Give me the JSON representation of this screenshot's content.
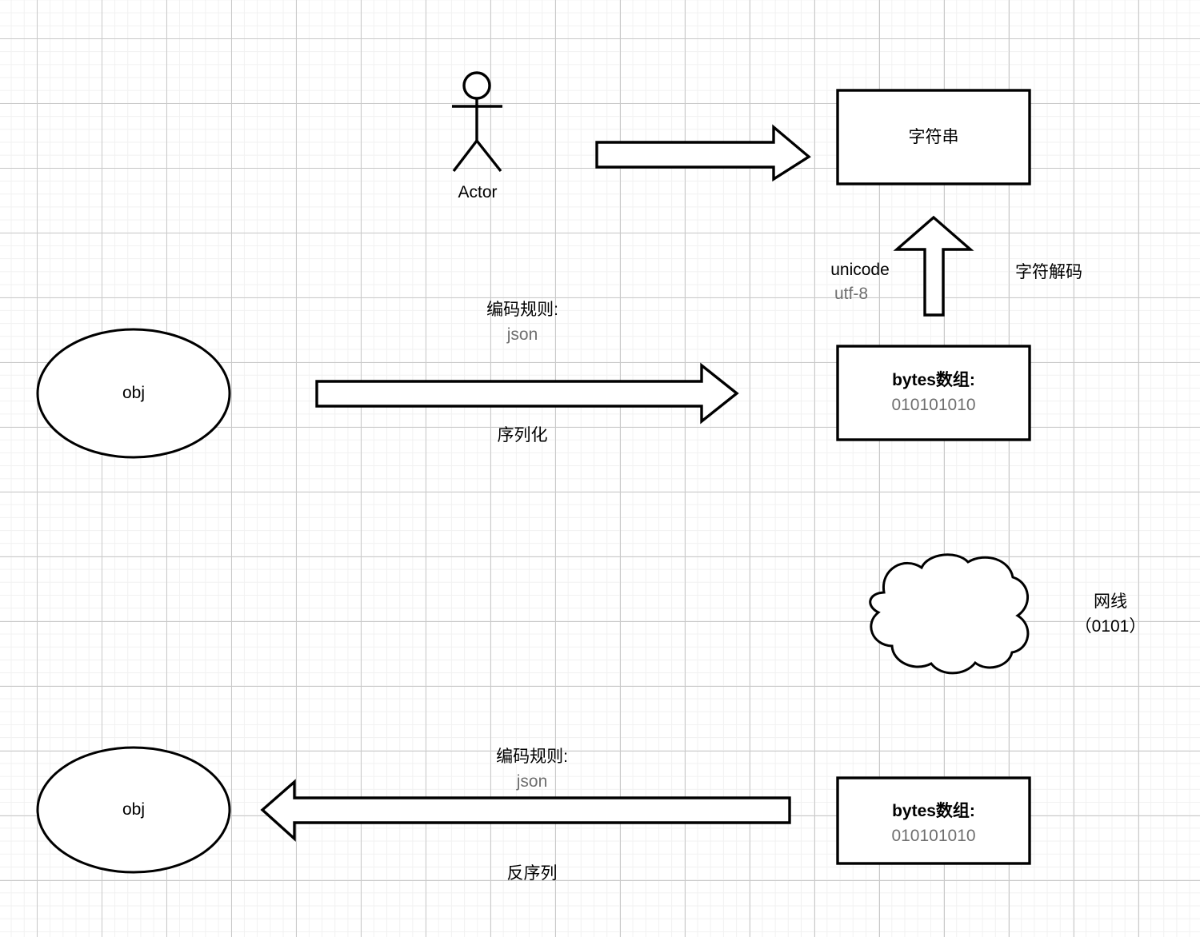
{
  "diagram": {
    "title": "serialization-and-encoding-flow",
    "background": {
      "grid": "on",
      "minor_color": "#f1f1f1",
      "major_color": "#c9c9c9",
      "paper_color": "#ffffff"
    },
    "stroke_color": "#000000",
    "nodes": {
      "actor": {
        "label": "Actor",
        "shape": "stick-figure"
      },
      "string_box": {
        "label": "字符串",
        "shape": "rectangle"
      },
      "bytes_box_top": {
        "line1": "bytes数组:",
        "line2": "010101010",
        "shape": "rectangle"
      },
      "bytes_box_bottom": {
        "line1": "bytes数组:",
        "line2": "010101010",
        "shape": "rectangle"
      },
      "obj_top": {
        "label": "obj",
        "shape": "ellipse"
      },
      "obj_bottom": {
        "label": "obj",
        "shape": "ellipse"
      },
      "cloud": {
        "label": "",
        "shape": "cloud"
      }
    },
    "edges": {
      "actor_to_string": {
        "shape": "block-arrow-right",
        "label": ""
      },
      "bytes_to_string": {
        "shape": "block-arrow-up",
        "label_left_line1": "unicode",
        "label_left_line2": "utf-8",
        "label_right": "字符解码"
      },
      "serialize": {
        "shape": "block-arrow-right",
        "label_above_line1": "编码规则:",
        "label_above_line2": "json",
        "label_below": "序列化"
      },
      "deserialize": {
        "shape": "block-arrow-left",
        "label_above_line1": "编码规则:",
        "label_above_line2": "json",
        "label_below": "反序列"
      }
    },
    "annotations": {
      "network": {
        "line1": "网线",
        "line2": "（0101）"
      }
    }
  }
}
